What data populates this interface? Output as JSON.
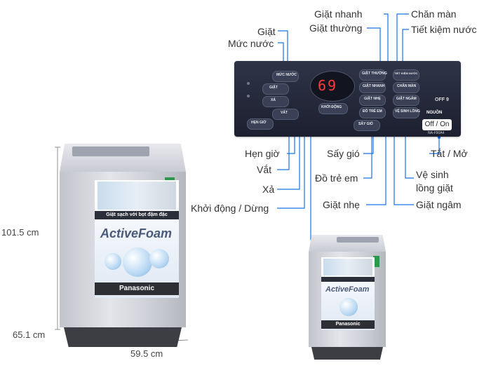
{
  "callouts": {
    "giat": "Giặt",
    "muc_nuoc": "Mức nước",
    "giat_nhanh": "Giặt nhanh",
    "giat_thuong": "Giặt thường",
    "chan_man": "Chăn màn",
    "tiet_kiem_nuoc": "Tiết kiệm nước",
    "hen_gio": "Hẹn giờ",
    "vat": "Vắt",
    "xa": "Xả",
    "khoi_dong_dung": "Khởi động / Dừng",
    "say_gio": "Sấy gió",
    "do_tre_em": "Đồ trẻ em",
    "giat_nhe": "Giặt nhẹ",
    "tat_mo": "Tắt / Mở",
    "ve_sinh_line1": "Vệ sinh",
    "ve_sinh_line2": "lồng giặt",
    "giat_ngam": "Giặt ngâm"
  },
  "dimensions": {
    "height": "101.5 cm",
    "depth": "65.1 cm",
    "width": "59.5 cm"
  },
  "panel": {
    "display": "69",
    "power_label": "NGUỒN",
    "power_button": "Off / On",
    "model": "NA-F90A4",
    "eco": "OFF 9",
    "buttons": {
      "muc_nuoc": "MỨC NƯỚC",
      "giat": "GIẶT",
      "xa": "XẢ",
      "vat": "VẮT",
      "hen_gio": "HẸN GIỜ",
      "khoi_dong": "KHỞI ĐỘNG",
      "giat_thuong": "GIẶT THƯỜNG",
      "giat_nhanh": "GIẶT NHANH",
      "giat_nhe": "GIẶT NHẸ",
      "do_tre_em": "ĐỒ TRẺ EM",
      "say_gio": "SẤY GIÓ",
      "tiet_kiem_nuoc": "TIẾT KIỆM NƯỚC",
      "chan_man": "CHĂN MÀN",
      "giat_ngam": "GIẶT NGÂM",
      "ve_sinh": "VỆ SINH LỒNG"
    }
  },
  "machine": {
    "sticker_text": "Giặt sạch với bọt đậm đặc",
    "active_text": "ActiveFoam",
    "brand": "Panasonic"
  },
  "colors": {
    "leader_line": "#1a73e8",
    "panel": "#252a3a",
    "display_digits": "#ff3a3a"
  }
}
